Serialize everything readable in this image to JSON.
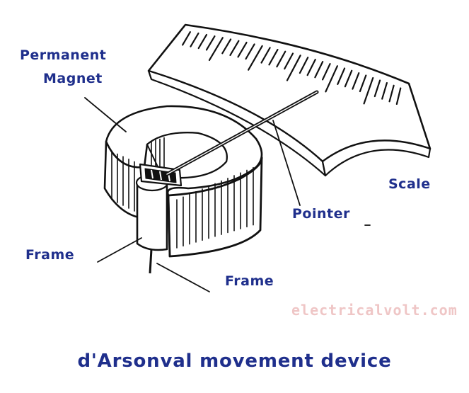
{
  "labels": {
    "permanent_magnet_line1": "Permanent",
    "permanent_magnet_line2": "Magnet",
    "scale": "Scale",
    "pointer": "Pointer",
    "frame_left": "Frame",
    "frame_bottom": "Frame"
  },
  "watermark": "electricalvolt.com",
  "caption": "d'Arsonval movement device",
  "colors": {
    "label_text": "#1f2f8c",
    "watermark_text": "#efc6c6",
    "line_art": "#111111",
    "background": "#ffffff"
  }
}
